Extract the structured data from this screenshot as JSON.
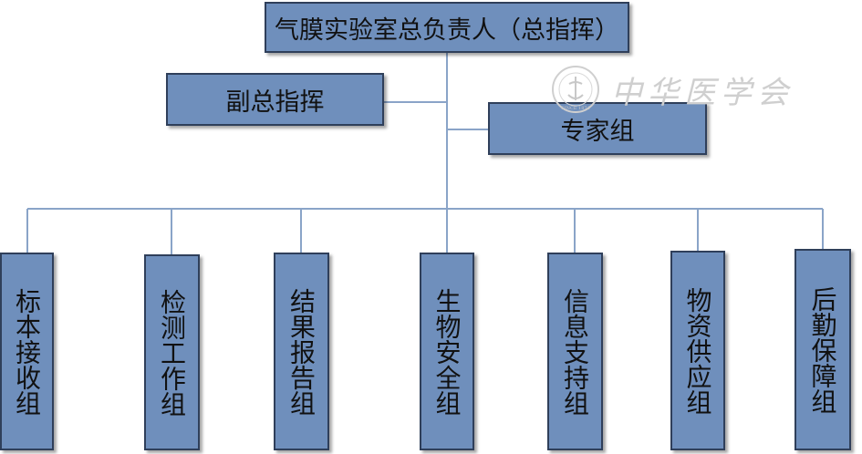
{
  "top": {
    "label": "气膜实验室总负责人（总指挥）"
  },
  "deputy": {
    "label": "副总指挥"
  },
  "experts": {
    "label": "专家组"
  },
  "groups": [
    {
      "label": "标本接收组"
    },
    {
      "label": "检测工作组"
    },
    {
      "label": "结果报告组"
    },
    {
      "label": "生物安全组"
    },
    {
      "label": "信息支持组"
    },
    {
      "label": "物资供应组"
    },
    {
      "label": "后勤保障组"
    }
  ],
  "watermark": {
    "seal_text": "SINCE 1874",
    "calligraphy": "中华医学会"
  }
}
